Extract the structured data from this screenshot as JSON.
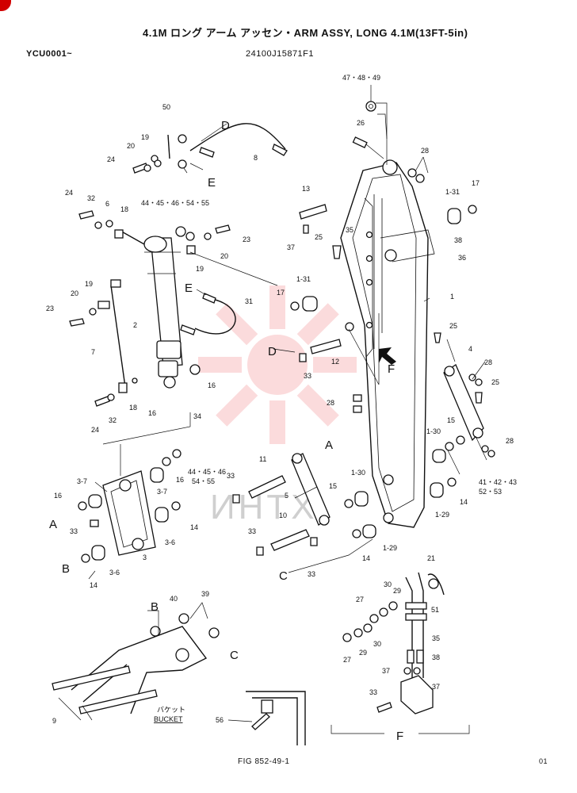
{
  "header": {
    "title": "4.1M ロング アーム アッセン・ARM ASSY, LONG 4.1M(13FT-5in)",
    "serial": "YCU0001~",
    "part_number": "24100J15871F1"
  },
  "footer": {
    "figure": "FIG 852-49-1",
    "page": "01"
  },
  "watermark": {
    "text": "ИНТХ",
    "color": "#e8262a"
  },
  "bucket_label": {
    "jp": "バケット",
    "en": "BUCKET"
  },
  "view_letters": {
    "A": "A",
    "B": "B",
    "C": "C",
    "D": "D",
    "E": "E",
    "F": "F"
  },
  "callouts": {
    "c47_48_49": "47・48・49",
    "c26": "26",
    "c28a": "28",
    "c13": "13",
    "c1_31a": "1-31",
    "c17a": "17",
    "c25a": "25",
    "c35a": "35",
    "c38a": "38",
    "c36": "36",
    "c37a": "37",
    "c1_31b": "1-31",
    "c17b": "17",
    "c1": "1",
    "c12": "12",
    "c33a": "33",
    "c28b": "28",
    "c25b": "25",
    "c4": "4",
    "c28c": "28",
    "c25c": "25",
    "c1_30a": "1-30",
    "c15a": "15",
    "c28d": "28",
    "c41_53": "41・42・43",
    "c52_53": "52・53",
    "c14a": "14",
    "c1_29a": "1-29",
    "c50": "50",
    "c19a": "19",
    "c20a": "20",
    "c24a": "24",
    "c8": "8",
    "c24b": "24",
    "c32a": "32",
    "c6": "6",
    "c18a": "18",
    "c44_55a": "44・45・46・54・55",
    "c23a": "23",
    "c20b": "20",
    "c19b": "19",
    "c19c": "19",
    "c20c": "20",
    "c23b": "23",
    "c31": "31",
    "c2": "2",
    "c7": "7",
    "c16a": "16",
    "c18b": "18",
    "c16b": "16",
    "c34": "34",
    "c24c": "24",
    "c32b": "32",
    "c11": "11",
    "c44_46": "44・45・46",
    "c54_55": "54・55",
    "c16c": "16",
    "c33b": "33",
    "c3_7a": "3-7",
    "c3_7b": "3-7",
    "c16d": "16",
    "c33c": "33",
    "c14b": "14",
    "c3_6a": "3-6",
    "c3": "3",
    "c14c": "14",
    "c3_6b": "3-6",
    "c5": "5",
    "c15b": "15",
    "c1_30b": "1-30",
    "c10": "10",
    "c33d": "33",
    "c33e": "33",
    "c14d": "14",
    "c1_29b": "1-29",
    "c40": "40",
    "c39": "39",
    "c9": "9",
    "c56": "56",
    "c21": "21",
    "c29a": "29",
    "c30a": "30",
    "c27a": "27",
    "c51": "51",
    "c29b": "29",
    "c30b": "30",
    "c27b": "27",
    "c35b": "35",
    "c38b": "38",
    "c37b": "37",
    "c37c": "37",
    "c33f": "33"
  }
}
